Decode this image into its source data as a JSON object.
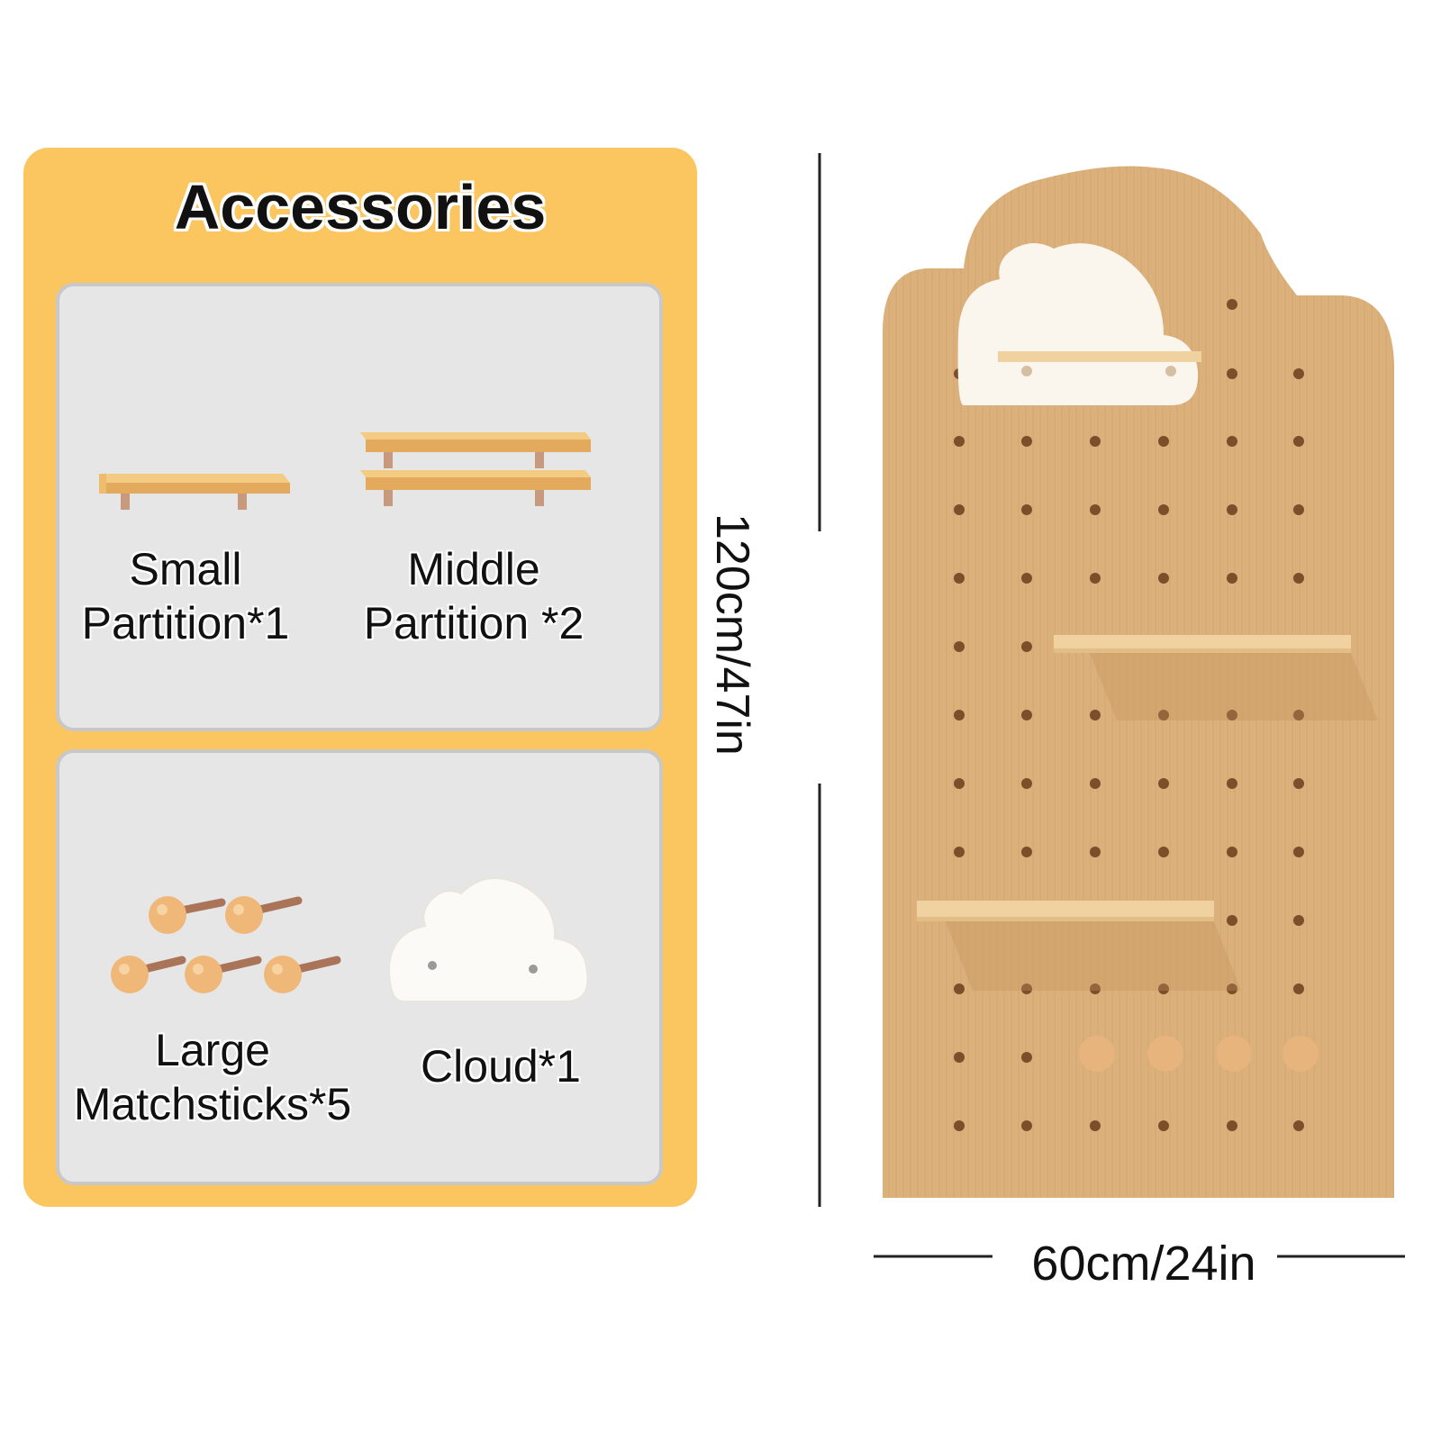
{
  "accessories": {
    "title": "Accessories",
    "items": [
      {
        "line1": "Small",
        "line2": "Partition*1"
      },
      {
        "line1": "Middle",
        "line2": "Partition *2"
      },
      {
        "line1": "Large",
        "line2": "Matchsticks*5"
      },
      {
        "line1": "",
        "line2": "Cloud*1"
      }
    ]
  },
  "dimensions": {
    "height": "120cm/47in",
    "width": "60cm/24in"
  },
  "colors": {
    "panel": "#fbc65f",
    "card": "#e6e6e6",
    "wood": "#dcb07a",
    "hole": "#7a4f2a",
    "shelf": "#f0d2a0"
  }
}
